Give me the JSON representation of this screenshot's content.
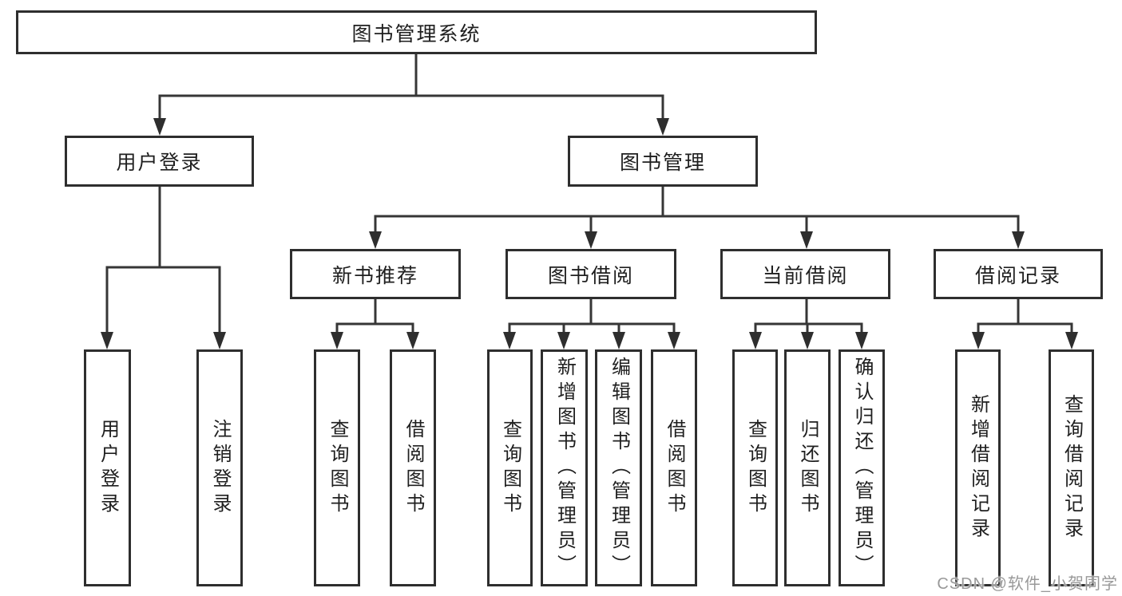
{
  "diagram_type": "hierarchy-tree",
  "tree": {
    "label": "图书管理系统",
    "children": [
      {
        "label": "用户登录",
        "children": [
          {
            "label": "用户登录"
          },
          {
            "label": "注销登录"
          }
        ]
      },
      {
        "label": "图书管理",
        "children": [
          {
            "label": "新书推荐",
            "children": [
              {
                "label": "查询图书"
              },
              {
                "label": "借阅图书"
              }
            ]
          },
          {
            "label": "图书借阅",
            "children": [
              {
                "label": "查询图书"
              },
              {
                "label": "新增图书（管理员）"
              },
              {
                "label": "编辑图书（管理员）"
              },
              {
                "label": "借阅图书"
              }
            ]
          },
          {
            "label": "当前借阅",
            "children": [
              {
                "label": "查询图书"
              },
              {
                "label": "归还图书"
              },
              {
                "label": "确认归还（管理员）"
              }
            ]
          },
          {
            "label": "借阅记录",
            "children": [
              {
                "label": "新增借阅记录"
              },
              {
                "label": "查询借阅记录"
              }
            ]
          }
        ]
      }
    ]
  },
  "watermark": "CSDN @软件_小贺同学",
  "colors": {
    "background": "#ffffff",
    "box_border": "#2e2e2e",
    "connector_line": "#363636",
    "arrowhead": "#2e2e2e",
    "text": "#1f1f1f",
    "watermark_text": "#999999"
  }
}
